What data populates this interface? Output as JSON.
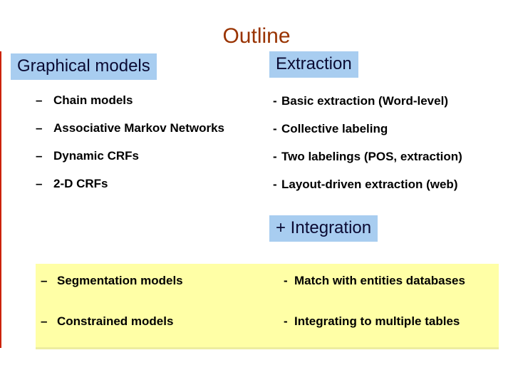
{
  "slide": {
    "title": "Outline",
    "columns": {
      "left": {
        "header": "Graphical models",
        "items": [
          {
            "bullet": "–",
            "text": "Chain models"
          },
          {
            "bullet": "–",
            "text": "Associative Markov Networks"
          },
          {
            "bullet": "–",
            "text": "Dynamic CRFs"
          },
          {
            "bullet": "–",
            "text": "2-D CRFs"
          }
        ]
      },
      "right": {
        "header": "Extraction",
        "items": [
          {
            "bullet": "-",
            "text": "Basic extraction (Word-level)"
          },
          {
            "bullet": "-",
            "text": "Collective labeling"
          },
          {
            "bullet": "-",
            "text": "Two labelings (POS, extraction)"
          },
          {
            "bullet": "-",
            "text": "Layout-driven extraction (web)"
          }
        ]
      }
    },
    "integration_header": "+ Integration",
    "bottom_panel": {
      "rows": [
        {
          "left_bullet": "–",
          "left_text": "Segmentation models",
          "right_bullet": "-",
          "right_text": "Match with entities databases"
        },
        {
          "left_bullet": "–",
          "left_text": "Constrained models",
          "right_bullet": "-",
          "right_text": "Integrating to multiple tables"
        }
      ]
    },
    "colors": {
      "title_text": "#993300",
      "highlight_bg": "#a8cdf0",
      "highlight_text": "#0b0b33",
      "panel_bg": "#ffffa6",
      "accent_line": "#cc2200",
      "body_text": "#000000"
    }
  }
}
